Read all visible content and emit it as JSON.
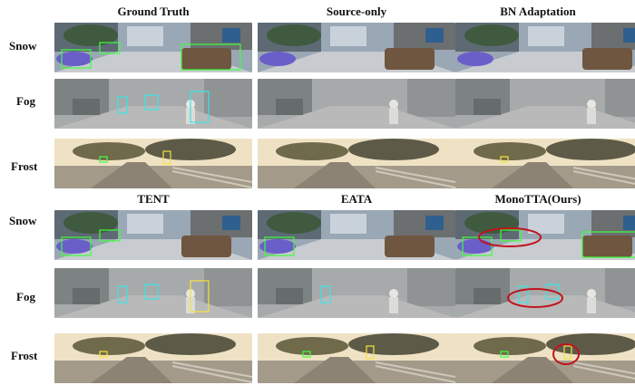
{
  "figure": {
    "column_titles": [
      "Ground Truth",
      "Source-only",
      "BN Adaptation",
      "TENT",
      "EATA",
      "MonoTTA(Ours)"
    ],
    "row_labels": [
      "Snow",
      "Fog",
      "Frost",
      "Snow",
      "Fog",
      "Frost"
    ]
  },
  "colors": {
    "car_box": "#3cff3c",
    "pedestrian_box": "#39e6e6",
    "cyclist_box": "#f4e23c",
    "highlight_ellipse": "#c0141e"
  },
  "panels": [
    {
      "method_index": 0,
      "weather": "snow",
      "boxes": [
        "car",
        "car",
        "car"
      ]
    },
    {
      "method_index": 1,
      "weather": "snow",
      "boxes": []
    },
    {
      "method_index": 2,
      "weather": "snow",
      "boxes": []
    },
    {
      "method_index": 0,
      "weather": "fog",
      "boxes": [
        "ped",
        "ped",
        "ped"
      ]
    },
    {
      "method_index": 1,
      "weather": "fog",
      "boxes": []
    },
    {
      "method_index": 2,
      "weather": "fog",
      "boxes": []
    },
    {
      "method_index": 0,
      "weather": "frost",
      "boxes": [
        "car",
        "cyc"
      ]
    },
    {
      "method_index": 1,
      "weather": "frost",
      "boxes": []
    },
    {
      "method_index": 2,
      "weather": "frost",
      "boxes": [
        "cyc"
      ]
    },
    {
      "method_index": 3,
      "weather": "snow",
      "boxes": [
        "car",
        "car"
      ]
    },
    {
      "method_index": 4,
      "weather": "snow",
      "boxes": [
        "car"
      ]
    },
    {
      "method_index": 5,
      "weather": "snow",
      "boxes": [
        "car",
        "car",
        "car"
      ],
      "highlight": true
    },
    {
      "method_index": 3,
      "weather": "fog",
      "boxes": [
        "ped",
        "ped",
        "cyc"
      ]
    },
    {
      "method_index": 4,
      "weather": "fog",
      "boxes": [
        "ped"
      ]
    },
    {
      "method_index": 5,
      "weather": "fog",
      "boxes": [
        "ped",
        "ped"
      ],
      "highlight": true
    },
    {
      "method_index": 3,
      "weather": "frost",
      "boxes": [
        "cyc"
      ]
    },
    {
      "method_index": 4,
      "weather": "frost",
      "boxes": [
        "car",
        "cyc"
      ]
    },
    {
      "method_index": 5,
      "weather": "frost",
      "boxes": [
        "car",
        "cyc"
      ],
      "highlight": true
    }
  ]
}
